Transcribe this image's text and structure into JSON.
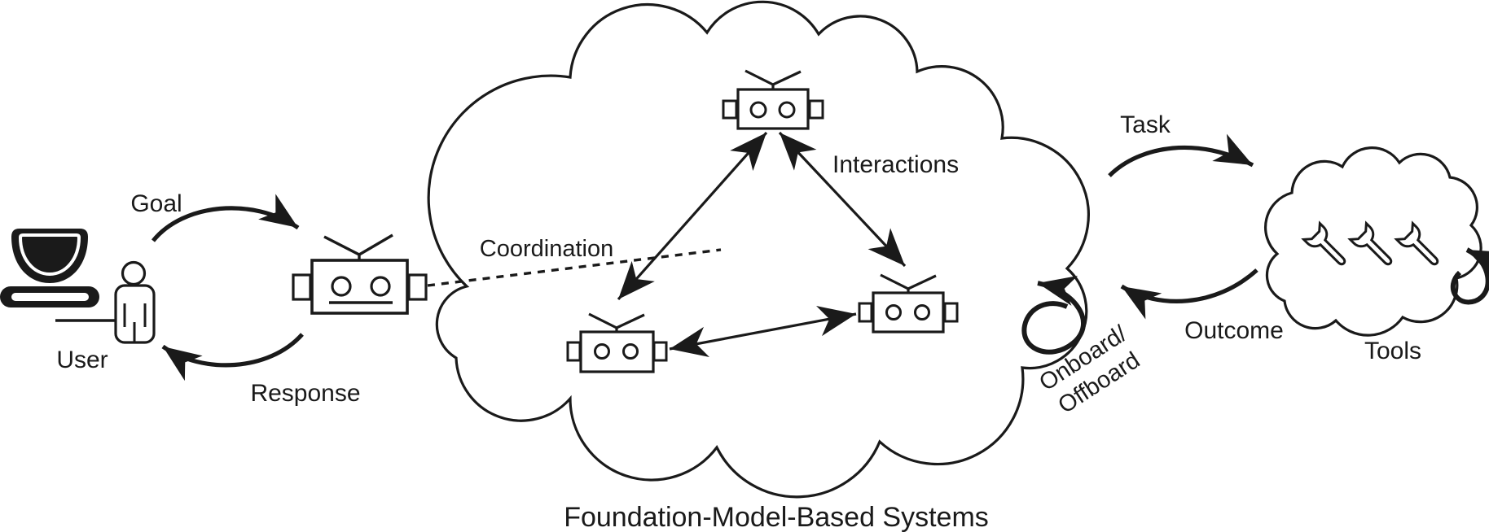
{
  "figure": {
    "caption": "Foundation-Model-Based Systems",
    "colors": {
      "cloud_fill": "#d9eaf2",
      "stroke": "#1a1a1a",
      "background": "#ffffff"
    },
    "user": {
      "label": "User"
    },
    "edges": {
      "goal": "Goal",
      "response": "Response",
      "coordination": "Coordination",
      "interactions": "Interactions",
      "task": "Task",
      "outcome": "Outcome",
      "onboard_line1": "Onboard/",
      "onboard_line2": "Offboard"
    },
    "tools": {
      "label": "Tools"
    },
    "icons": {
      "user": "user-workstation-icon",
      "assistant": "assistant-agent-robot-icon",
      "agents": "agent-robot-icon",
      "tools": "wrench-icon"
    }
  }
}
